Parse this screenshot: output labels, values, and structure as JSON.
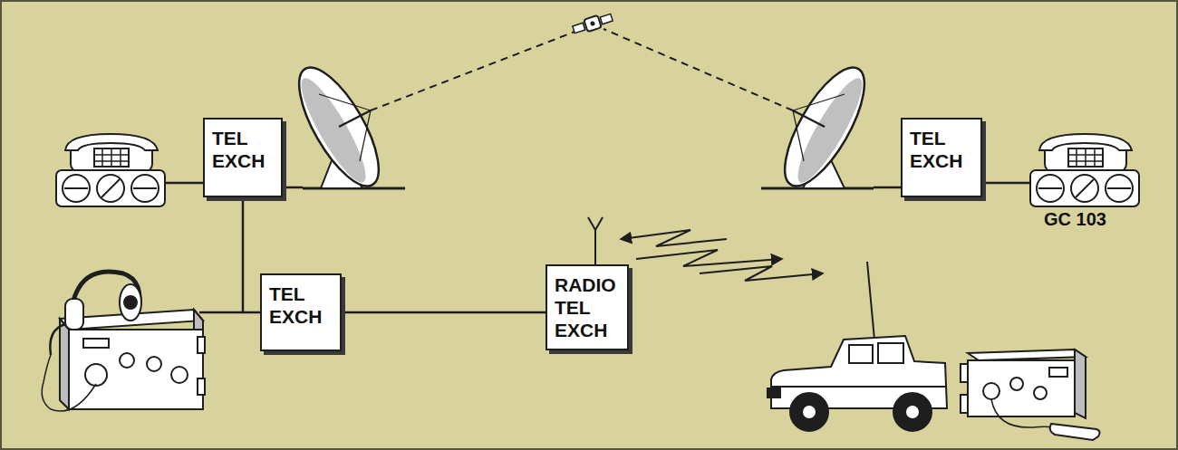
{
  "diagram": {
    "nodes": [
      {
        "text": [
          "TEL EXCH"
        ]
      },
      {
        "text": [
          "TEL EXCH"
        ]
      },
      {
        "text": [
          "TEL EXCH"
        ]
      },
      {
        "text": [
          "RADIO TEL EXCH"
        ]
      }
    ],
    "edges": [
      {
        "from": 0,
        "to": 2,
        "arrow": "none"
      },
      {
        "from": 2,
        "to": 3,
        "arrow": "none"
      }
    ],
    "labels": [
      "GC 103"
    ]
  }
}
